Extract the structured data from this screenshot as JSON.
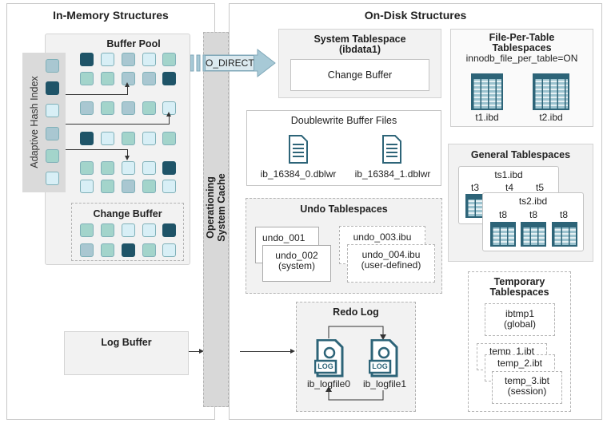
{
  "in_memory": {
    "title": "In-Memory Structures",
    "buffer_pool": {
      "title": "Buffer Pool",
      "rows": [
        [
          "d",
          "l",
          "g",
          "l",
          "t"
        ],
        [
          "t",
          "t",
          "g",
          "g",
          "d"
        ],
        [
          "g",
          "t",
          "g",
          "t",
          "l"
        ],
        [
          "d",
          "l",
          "t",
          "l",
          "t"
        ],
        [
          "t",
          "t",
          "l",
          "l",
          "d"
        ],
        [
          "l",
          "t",
          "g",
          "t",
          "l"
        ]
      ]
    },
    "adaptive_hash_index": {
      "title": "Adaptive Hash Index",
      "cells": [
        "g",
        "d",
        "l",
        "g",
        "t",
        "l"
      ]
    },
    "change_buffer": {
      "title": "Change Buffer",
      "rows": [
        [
          "t",
          "t",
          "l",
          "l",
          "d"
        ],
        [
          "g",
          "t",
          "d",
          "t",
          "l"
        ]
      ]
    },
    "log_buffer": {
      "title": "Log Buffer",
      "cells": [
        "l",
        "t",
        "t",
        "d",
        "t"
      ]
    }
  },
  "os_cache": {
    "line1": "Operationing",
    "line2": "System Cache"
  },
  "o_direct": "O_DIRECT",
  "on_disk": {
    "title": "On-Disk Structures",
    "system_tablespace": {
      "title": "System Tablespace",
      "subtitle": "(ibdata1)",
      "change_buffer": "Change Buffer"
    },
    "file_per_table": {
      "title1": "File-Per-Table",
      "title2": "Tablespaces",
      "setting": "innodb_file_per_table=ON",
      "files": [
        "t1.ibd",
        "t2.ibd"
      ]
    },
    "doublewrite": {
      "title": "Doublewrite Buffer Files",
      "files": [
        "ib_16384_0.dblwr",
        "ib_16384_1.dblwr"
      ]
    },
    "general": {
      "title": "General Tablespaces",
      "ts1": {
        "name": "ts1.ibd",
        "tables": [
          "t3",
          "t4",
          "t5"
        ]
      },
      "ts2": {
        "name": "ts2.ibd",
        "tables": [
          "t8",
          "t8",
          "t8"
        ]
      }
    },
    "undo": {
      "title": "Undo Tablespaces",
      "undo_001": "undo_001",
      "undo_002": "undo_002",
      "undo_002_note": "(system)",
      "undo_003": "undo_003.ibu",
      "undo_004": "undo_004.ibu",
      "undo_004_note": "(user-defined)"
    },
    "temporary": {
      "title1": "Temporary",
      "title2": "Tablespaces",
      "ibtmp1": "ibtmp1",
      "ibtmp1_note": "(global)",
      "temp_1": "temp_1.ibt",
      "temp_2": "temp_2.ibt",
      "temp_3": "temp_3.ibt",
      "temp_3_note": "(session)"
    },
    "redo_log": {
      "title": "Redo Log",
      "icon_label": "LOG",
      "files": [
        "ib_logfile0",
        "ib_logfile1"
      ]
    }
  },
  "colors": {
    "dark": "#1f5468",
    "teal": "#a3d4cb",
    "light": "#d8eff6",
    "grayblue": "#a9c7d1",
    "icon": "#2d6478"
  }
}
